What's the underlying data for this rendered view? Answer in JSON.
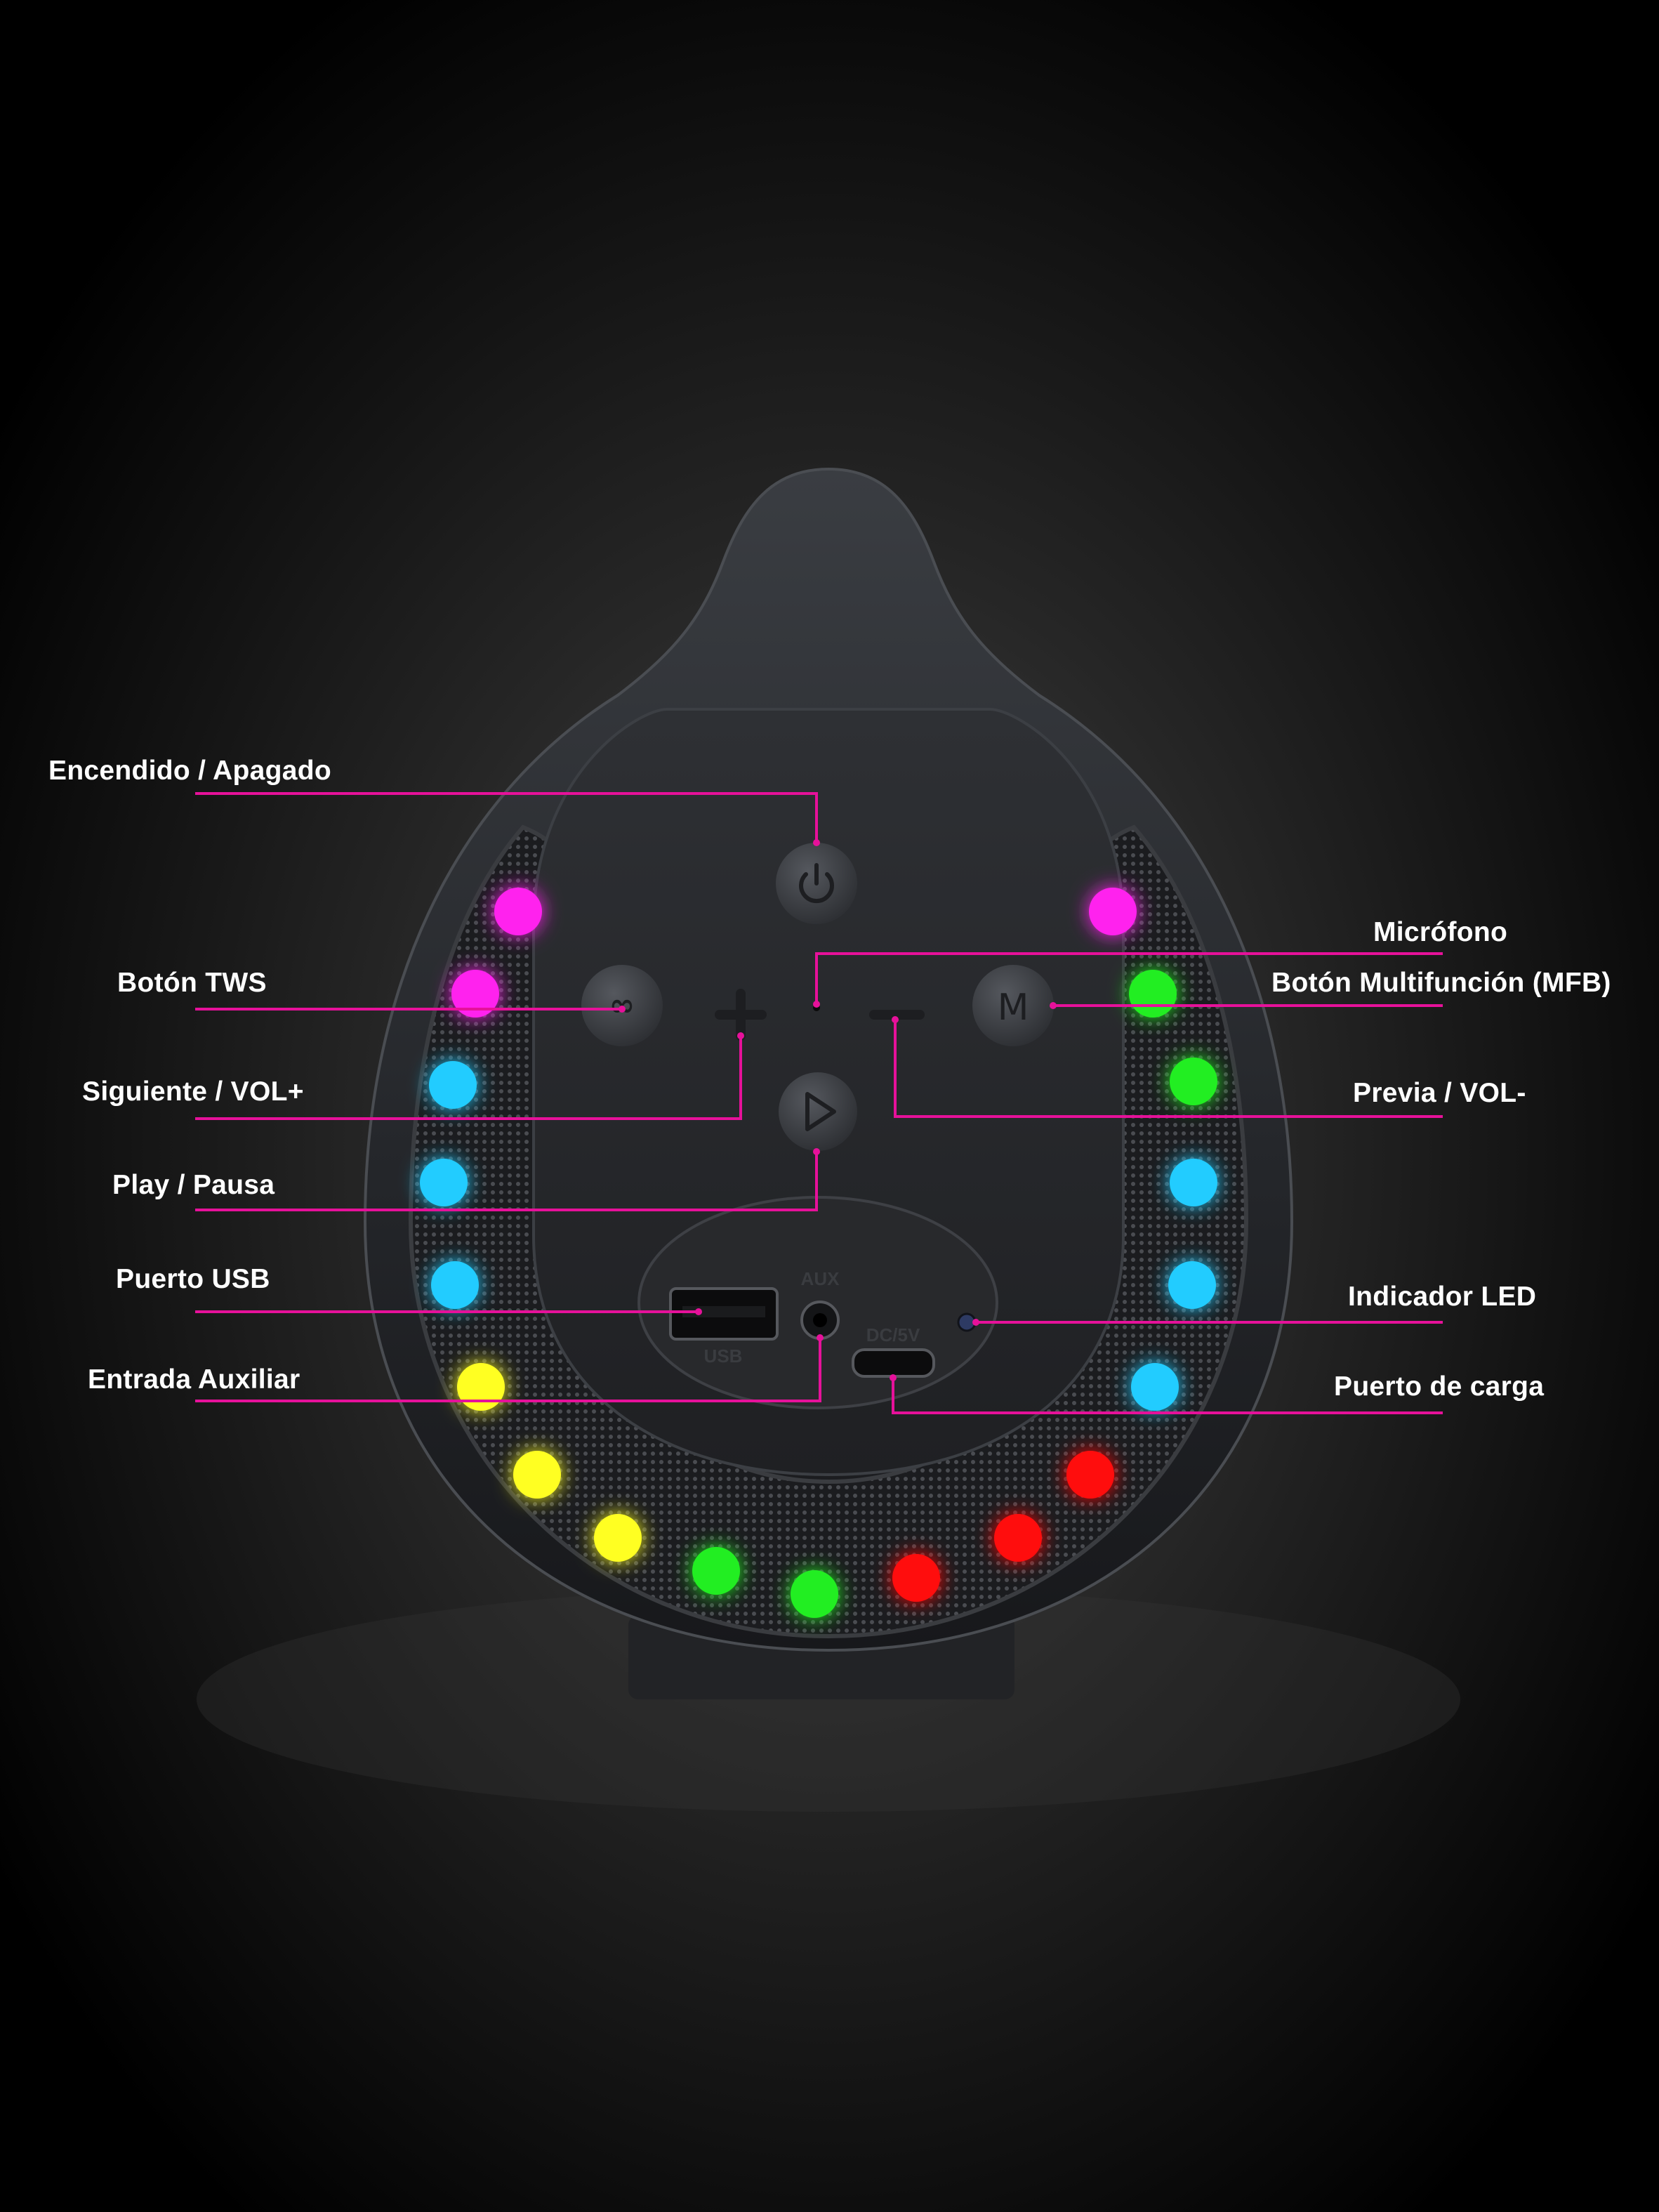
{
  "colors": {
    "background": "#000000",
    "leader_line": "#e6119a",
    "label_text": "#ffffff",
    "led_magenta": "#ff22ee",
    "led_green": "#22ee22",
    "led_cyan": "#22ccff",
    "led_yellow": "#ffff22",
    "led_red": "#ff1111"
  },
  "callouts": [
    {
      "id": "power",
      "label": "Encendido / Apagado"
    },
    {
      "id": "tws",
      "label": "Botón TWS"
    },
    {
      "id": "next",
      "label": "Siguiente / VOL+"
    },
    {
      "id": "play",
      "label": "Play / Pausa"
    },
    {
      "id": "usb",
      "label": "Puerto USB"
    },
    {
      "id": "aux",
      "label": "Entrada Auxiliar"
    },
    {
      "id": "mic",
      "label": "Micrófono"
    },
    {
      "id": "mfb",
      "label": "Botón Multifunción (MFB)"
    },
    {
      "id": "prev",
      "label": "Previa / VOL-"
    },
    {
      "id": "led",
      "label": "Indicador LED"
    },
    {
      "id": "charge",
      "label": "Puerto de carga"
    }
  ],
  "device": {
    "usb_port_text": "USB",
    "aux_port_text": "AUX",
    "dc_port_text": "DC/5V",
    "led_ring_colors": [
      "magenta",
      "magenta",
      "cyan",
      "cyan",
      "cyan",
      "yellow",
      "yellow",
      "yellow",
      "green",
      "green",
      "red",
      "red",
      "red",
      "cyan",
      "cyan",
      "cyan",
      "green",
      "green",
      "magenta"
    ],
    "icons": [
      "power-icon",
      "tws-icon",
      "plus-icon",
      "minus-icon",
      "play-icon",
      "mfb-icon"
    ]
  }
}
